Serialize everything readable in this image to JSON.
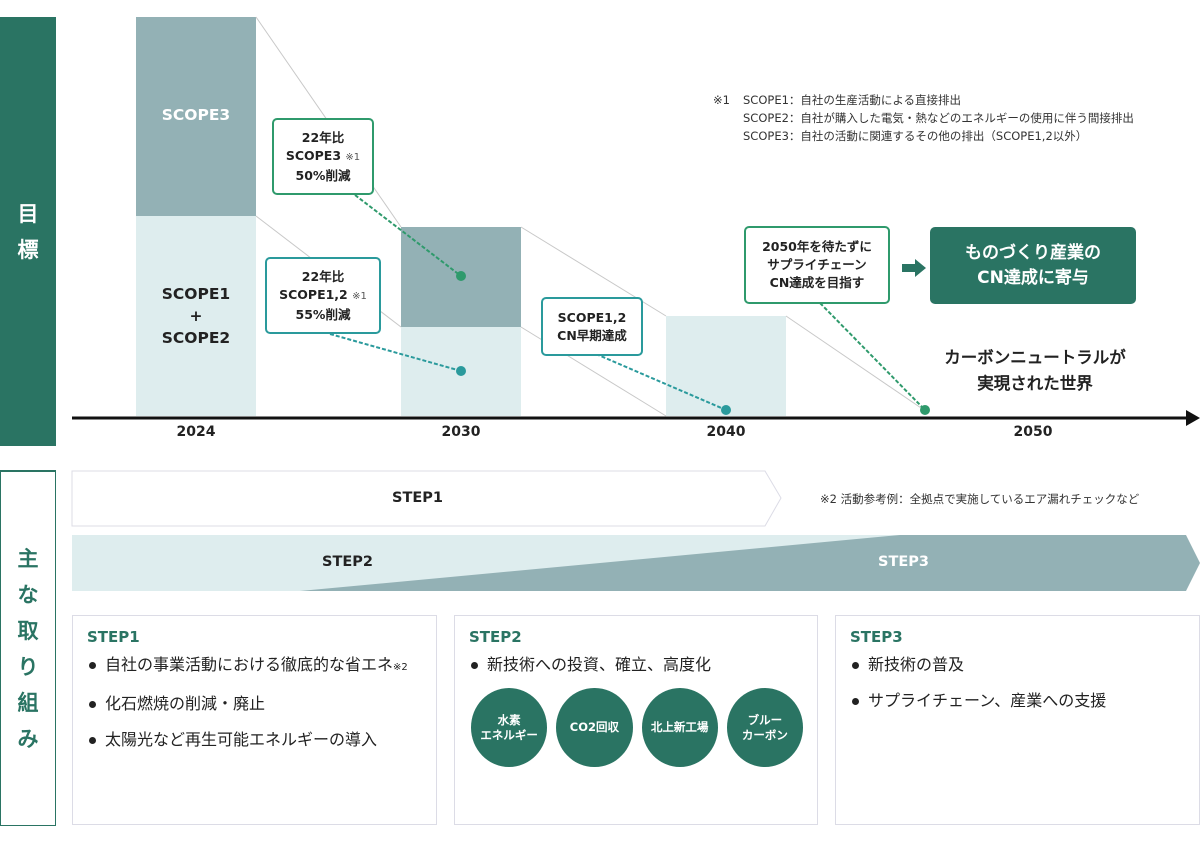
{
  "side_labels": {
    "goal": [
      "目",
      "標"
    ],
    "action": [
      "主",
      "な",
      "取",
      "り",
      "組",
      "み"
    ]
  },
  "colors": {
    "brand_green": "#2a7463",
    "scope3_fill": "#93b1b5",
    "scope12_fill": "#deedee",
    "callout_green": "#2f9a6c",
    "callout_teal": "#2a9a9c"
  },
  "timeline": {
    "years": [
      "2024",
      "2030",
      "2040",
      "2050"
    ],
    "bars": {
      "b2024": {
        "scope3_label": "SCOPE3",
        "scope12_label_lines": [
          "SCOPE1",
          "+",
          "SCOPE2"
        ]
      }
    },
    "callouts": {
      "scope3": {
        "lines": [
          "22年比",
          "SCOPE3",
          "50%削減"
        ],
        "note": "※1"
      },
      "scope12": {
        "lines": [
          "22年比",
          "SCOPE1,2",
          "55%削減"
        ],
        "note": "※1"
      },
      "cn_early": {
        "lines": [
          "SCOPE1,2",
          "CN早期達成"
        ]
      },
      "supply": {
        "lines": [
          "2050年を待たずに",
          "サプライチェーン",
          "CN達成を目指す"
        ]
      }
    },
    "goal_box": {
      "lines": [
        "ものづくり産業の",
        "CN達成に寄与"
      ]
    },
    "world_text": {
      "lines": [
        "カーボンニュートラルが",
        "実現された世界"
      ]
    }
  },
  "footnote1": {
    "mark": "※1",
    "rows": [
      "SCOPE1：自社の生産活動による直接排出",
      "SCOPE2：自社が購入した電気・熱などのエネルギーの使用に伴う間接排出",
      "SCOPE3：自社の活動に関連するその他の排出（SCOPE1,2以外）"
    ]
  },
  "steps_band": {
    "step1": "STEP1",
    "step2": "STEP2",
    "step3": "STEP3",
    "footnote2": "※2  活動参考例：全拠点で実施しているエア漏れチェックなど"
  },
  "cards": {
    "step1": {
      "title": "STEP1",
      "items": [
        "自社の事業活動における徹底的な省エネ",
        "化石燃焼の削減・廃止",
        "太陽光など再生可能エネルギーの導入"
      ],
      "item0_note": "※2"
    },
    "step2": {
      "title": "STEP2",
      "items": [
        "新技術への投資、確立、高度化"
      ],
      "circles": [
        [
          "水素",
          "エネルギー"
        ],
        [
          "CO2回収"
        ],
        [
          "北上新工場"
        ],
        [
          "ブルー",
          "カーボン"
        ]
      ]
    },
    "step3": {
      "title": "STEP3",
      "items": [
        "新技術の普及",
        "サプライチェーン、産業への支援"
      ]
    }
  }
}
